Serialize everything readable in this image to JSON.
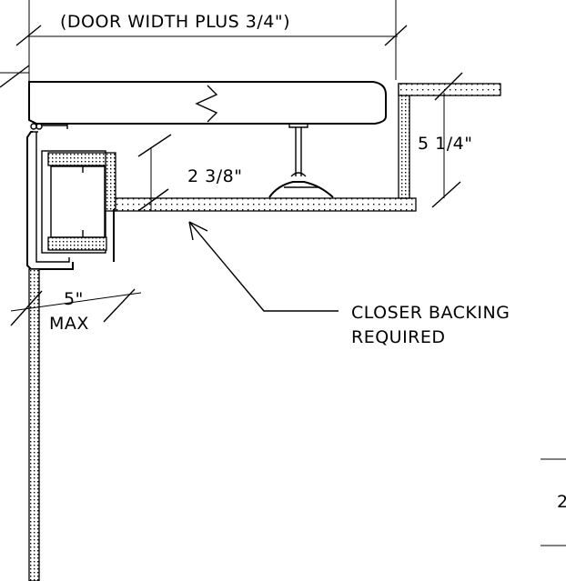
{
  "labels": {
    "door_width": "(DOOR WIDTH PLUS 3/4\")",
    "dim_2_3_8": "2 3/8\"",
    "dim_5_1_4": "5 1/4\"",
    "dim_5": "5\"",
    "max": "MAX",
    "closer_backing_line1": "CLOSER BACKING",
    "closer_backing_line2": "REQUIRED",
    "partial_digit": "2"
  }
}
